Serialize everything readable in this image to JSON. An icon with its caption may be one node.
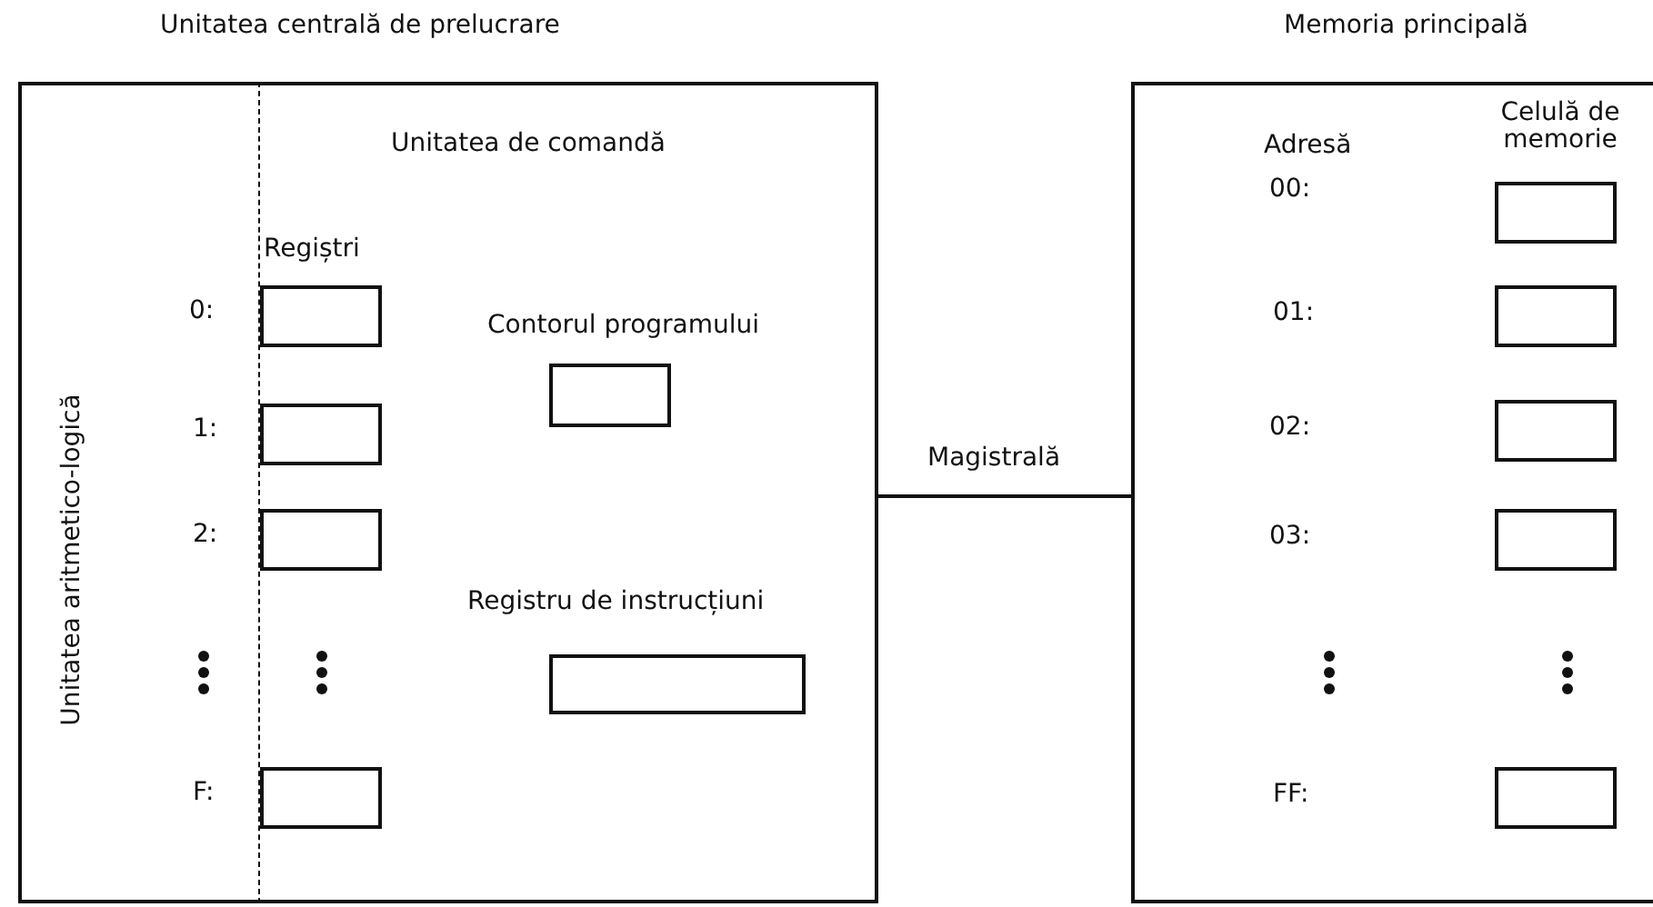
{
  "diagram": {
    "nodes": [
      {
        "text": [
          "Unitatea centrală de prelucrare"
        ]
      },
      {
        "text": [
          "Unitatea aritmetico-logică"
        ],
        "in": 0
      },
      {
        "text": [
          "Unitatea de comandă"
        ],
        "in": 0
      },
      {
        "text": [],
        "shape": "box",
        "in": 2
      },
      {
        "text": [],
        "shape": "box",
        "in": 2
      },
      {
        "text": [],
        "shape": "box",
        "in": 2
      },
      {
        "text": [],
        "shape": "box",
        "in": 2
      },
      {
        "text": [],
        "shape": "box",
        "in": 2,
        "beside": [
          "Contorul programului"
        ]
      },
      {
        "text": [],
        "shape": "box",
        "in": 2,
        "beside": [
          "Registru de instrucțiuni"
        ]
      },
      {
        "text": [
          "Memoria principală"
        ]
      },
      {
        "text": [],
        "shape": "box",
        "in": 9
      },
      {
        "text": [],
        "shape": "box",
        "in": 9
      },
      {
        "text": [],
        "shape": "box",
        "in": 9
      },
      {
        "text": [],
        "shape": "box",
        "in": 9
      },
      {
        "text": [],
        "shape": "box",
        "in": 9
      }
    ],
    "edges": [
      {
        "from": 0,
        "to": 9,
        "arrow": "none",
        "label": "Magistrală"
      }
    ],
    "labels": [
      "Regiștri",
      "0:",
      "1:",
      "2:",
      "F:",
      "Adresă",
      "Celulă de memorie",
      "00:",
      "01:",
      "02:",
      "03:",
      "FF:"
    ]
  }
}
